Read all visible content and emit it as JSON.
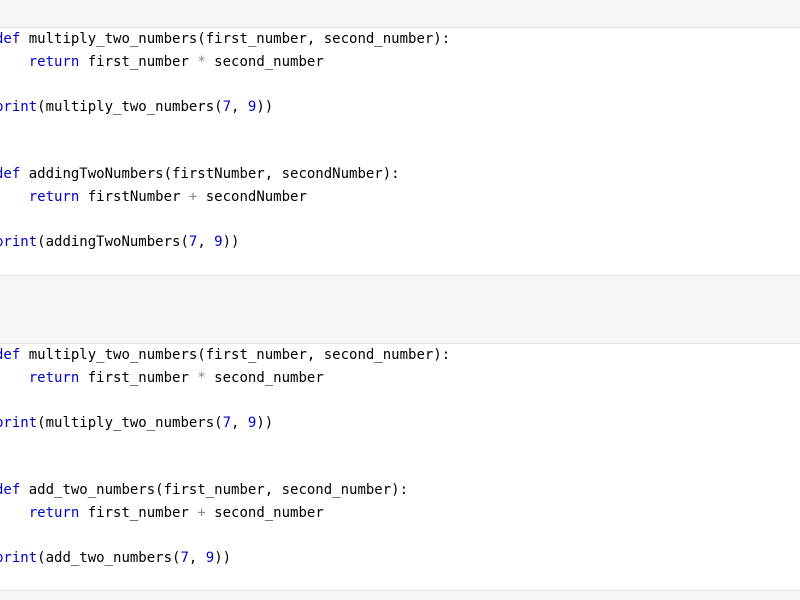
{
  "cells": [
    {
      "lines": [
        [
          {
            "t": "def",
            "c": "kw"
          },
          {
            "t": " multiply_two_numbers(first_number, second_number):",
            "c": ""
          }
        ],
        [
          {
            "t": "    ",
            "c": ""
          },
          {
            "t": "return",
            "c": "kw"
          },
          {
            "t": " first_number ",
            "c": ""
          },
          {
            "t": "*",
            "c": "op"
          },
          {
            "t": " second_number",
            "c": ""
          }
        ],
        [],
        [
          {
            "t": "print",
            "c": "bi"
          },
          {
            "t": "(multiply_two_numbers(",
            "c": ""
          },
          {
            "t": "7",
            "c": "num"
          },
          {
            "t": ", ",
            "c": ""
          },
          {
            "t": "9",
            "c": "num"
          },
          {
            "t": "))",
            "c": ""
          }
        ],
        [],
        [],
        [
          {
            "t": "def",
            "c": "kw"
          },
          {
            "t": " addingTwoNumbers(firstNumber, secondNumber):",
            "c": ""
          }
        ],
        [
          {
            "t": "    ",
            "c": ""
          },
          {
            "t": "return",
            "c": "kw"
          },
          {
            "t": " firstNumber ",
            "c": ""
          },
          {
            "t": "+",
            "c": "op"
          },
          {
            "t": " secondNumber",
            "c": ""
          }
        ],
        [],
        [
          {
            "t": "print",
            "c": "bi"
          },
          {
            "t": "(addingTwoNumbers(",
            "c": ""
          },
          {
            "t": "7",
            "c": "num"
          },
          {
            "t": ", ",
            "c": ""
          },
          {
            "t": "9",
            "c": "num"
          },
          {
            "t": "))",
            "c": ""
          }
        ]
      ]
    },
    {
      "lines": [
        [
          {
            "t": "def",
            "c": "kw"
          },
          {
            "t": " multiply_two_numbers(first_number, second_number):",
            "c": ""
          }
        ],
        [
          {
            "t": "    ",
            "c": ""
          },
          {
            "t": "return",
            "c": "kw"
          },
          {
            "t": " first_number ",
            "c": ""
          },
          {
            "t": "*",
            "c": "op"
          },
          {
            "t": " second_number",
            "c": ""
          }
        ],
        [],
        [
          {
            "t": "print",
            "c": "bi"
          },
          {
            "t": "(multiply_two_numbers(",
            "c": ""
          },
          {
            "t": "7",
            "c": "num"
          },
          {
            "t": ", ",
            "c": ""
          },
          {
            "t": "9",
            "c": "num"
          },
          {
            "t": "))",
            "c": ""
          }
        ],
        [],
        [],
        [
          {
            "t": "def",
            "c": "kw"
          },
          {
            "t": " add_two_numbers(first_number, second_number):",
            "c": ""
          }
        ],
        [
          {
            "t": "    ",
            "c": ""
          },
          {
            "t": "return",
            "c": "kw"
          },
          {
            "t": " first_number ",
            "c": ""
          },
          {
            "t": "+",
            "c": "op"
          },
          {
            "t": " second_number",
            "c": ""
          }
        ],
        [],
        [
          {
            "t": "print",
            "c": "bi"
          },
          {
            "t": "(add_two_numbers(",
            "c": ""
          },
          {
            "t": "7",
            "c": "num"
          },
          {
            "t": ", ",
            "c": ""
          },
          {
            "t": "9",
            "c": "num"
          },
          {
            "t": "))",
            "c": ""
          }
        ]
      ]
    }
  ],
  "colors": {
    "keyword": "#0000cc",
    "number": "#0000cc",
    "operator": "#888888",
    "text": "#000000",
    "cell_background": "#ffffff",
    "page_background": "#f5f5f5"
  }
}
